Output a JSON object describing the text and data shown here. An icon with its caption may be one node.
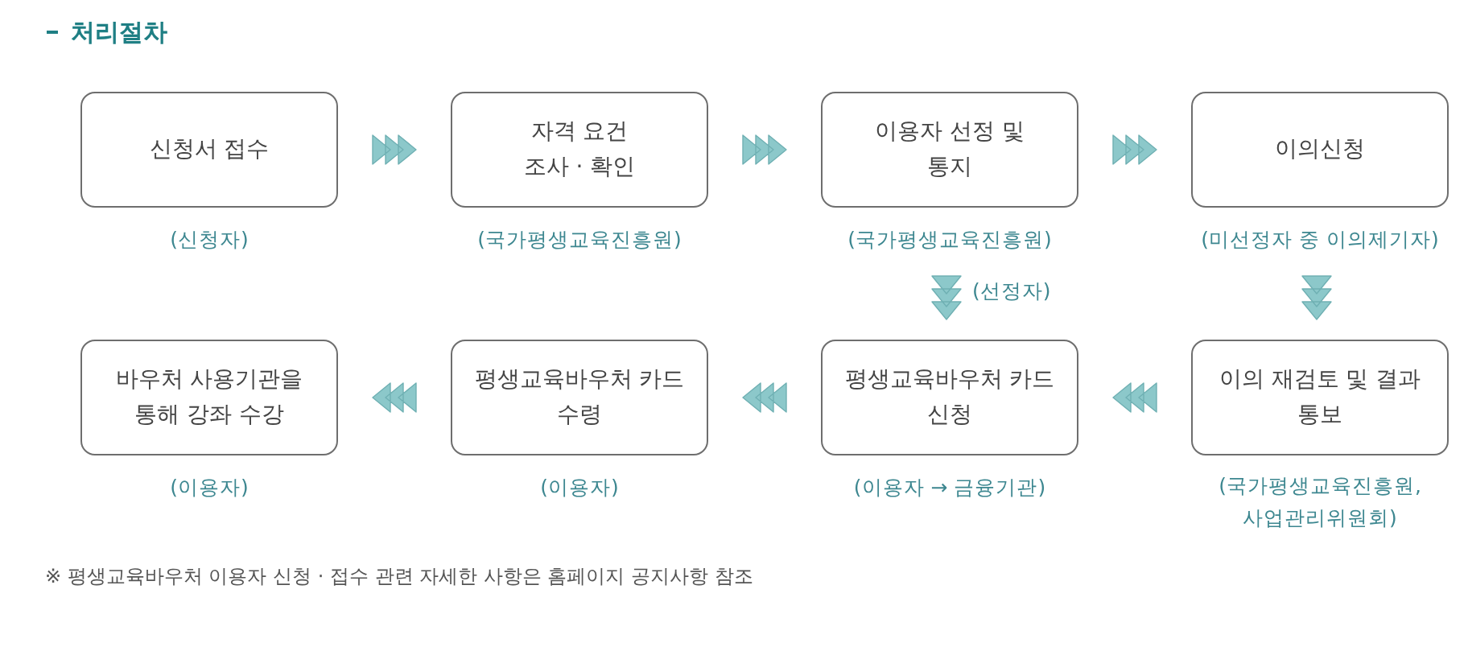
{
  "diagram": {
    "title": "처리절차",
    "nodes": [
      {
        "text": [
          "신청서 접수"
        ],
        "beside": [
          "(신청자)"
        ]
      },
      {
        "text": [
          "자격 요건 조사 · 확인"
        ],
        "beside": [
          "(국가평생교육진흥원)"
        ]
      },
      {
        "text": [
          "이용자 선정 및 통지"
        ],
        "beside": [
          "(국가평생교육진흥원)"
        ]
      },
      {
        "text": [
          "이의신청"
        ],
        "beside": [
          "(미선정자 중 이의제기자)"
        ]
      },
      {
        "text": [
          "바우처 사용기관을 통해 강좌 수강"
        ],
        "beside": [
          "(이용자)"
        ]
      },
      {
        "text": [
          "평생교육바우처 카드 수령"
        ],
        "beside": [
          "(이용자)"
        ]
      },
      {
        "text": [
          "평생교육바우처 카드 신청"
        ],
        "beside": [
          "(이용자 → 금융기관)"
        ]
      },
      {
        "text": [
          "이의 재검토 및 결과 통보"
        ],
        "beside": [
          "(국가평생교육진흥원, 사업관리위원회)"
        ]
      }
    ],
    "edges": [
      {
        "from": 0,
        "to": 1,
        "arrow": "to"
      },
      {
        "from": 1,
        "to": 2,
        "arrow": "to"
      },
      {
        "from": 2,
        "to": 3,
        "arrow": "to"
      },
      {
        "from": 2,
        "to": 6,
        "arrow": "to",
        "label": "(선정자)"
      },
      {
        "from": 3,
        "to": 7,
        "arrow": "to"
      },
      {
        "from": 7,
        "to": 6,
        "arrow": "to"
      },
      {
        "from": 6,
        "to": 5,
        "arrow": "to"
      },
      {
        "from": 5,
        "to": 4,
        "arrow": "to"
      }
    ],
    "labels": [
      "※ 평생교육바우처 이용자 신청 · 접수 관련 자세한 사항은 홈페이지 공지사항 참조"
    ]
  }
}
